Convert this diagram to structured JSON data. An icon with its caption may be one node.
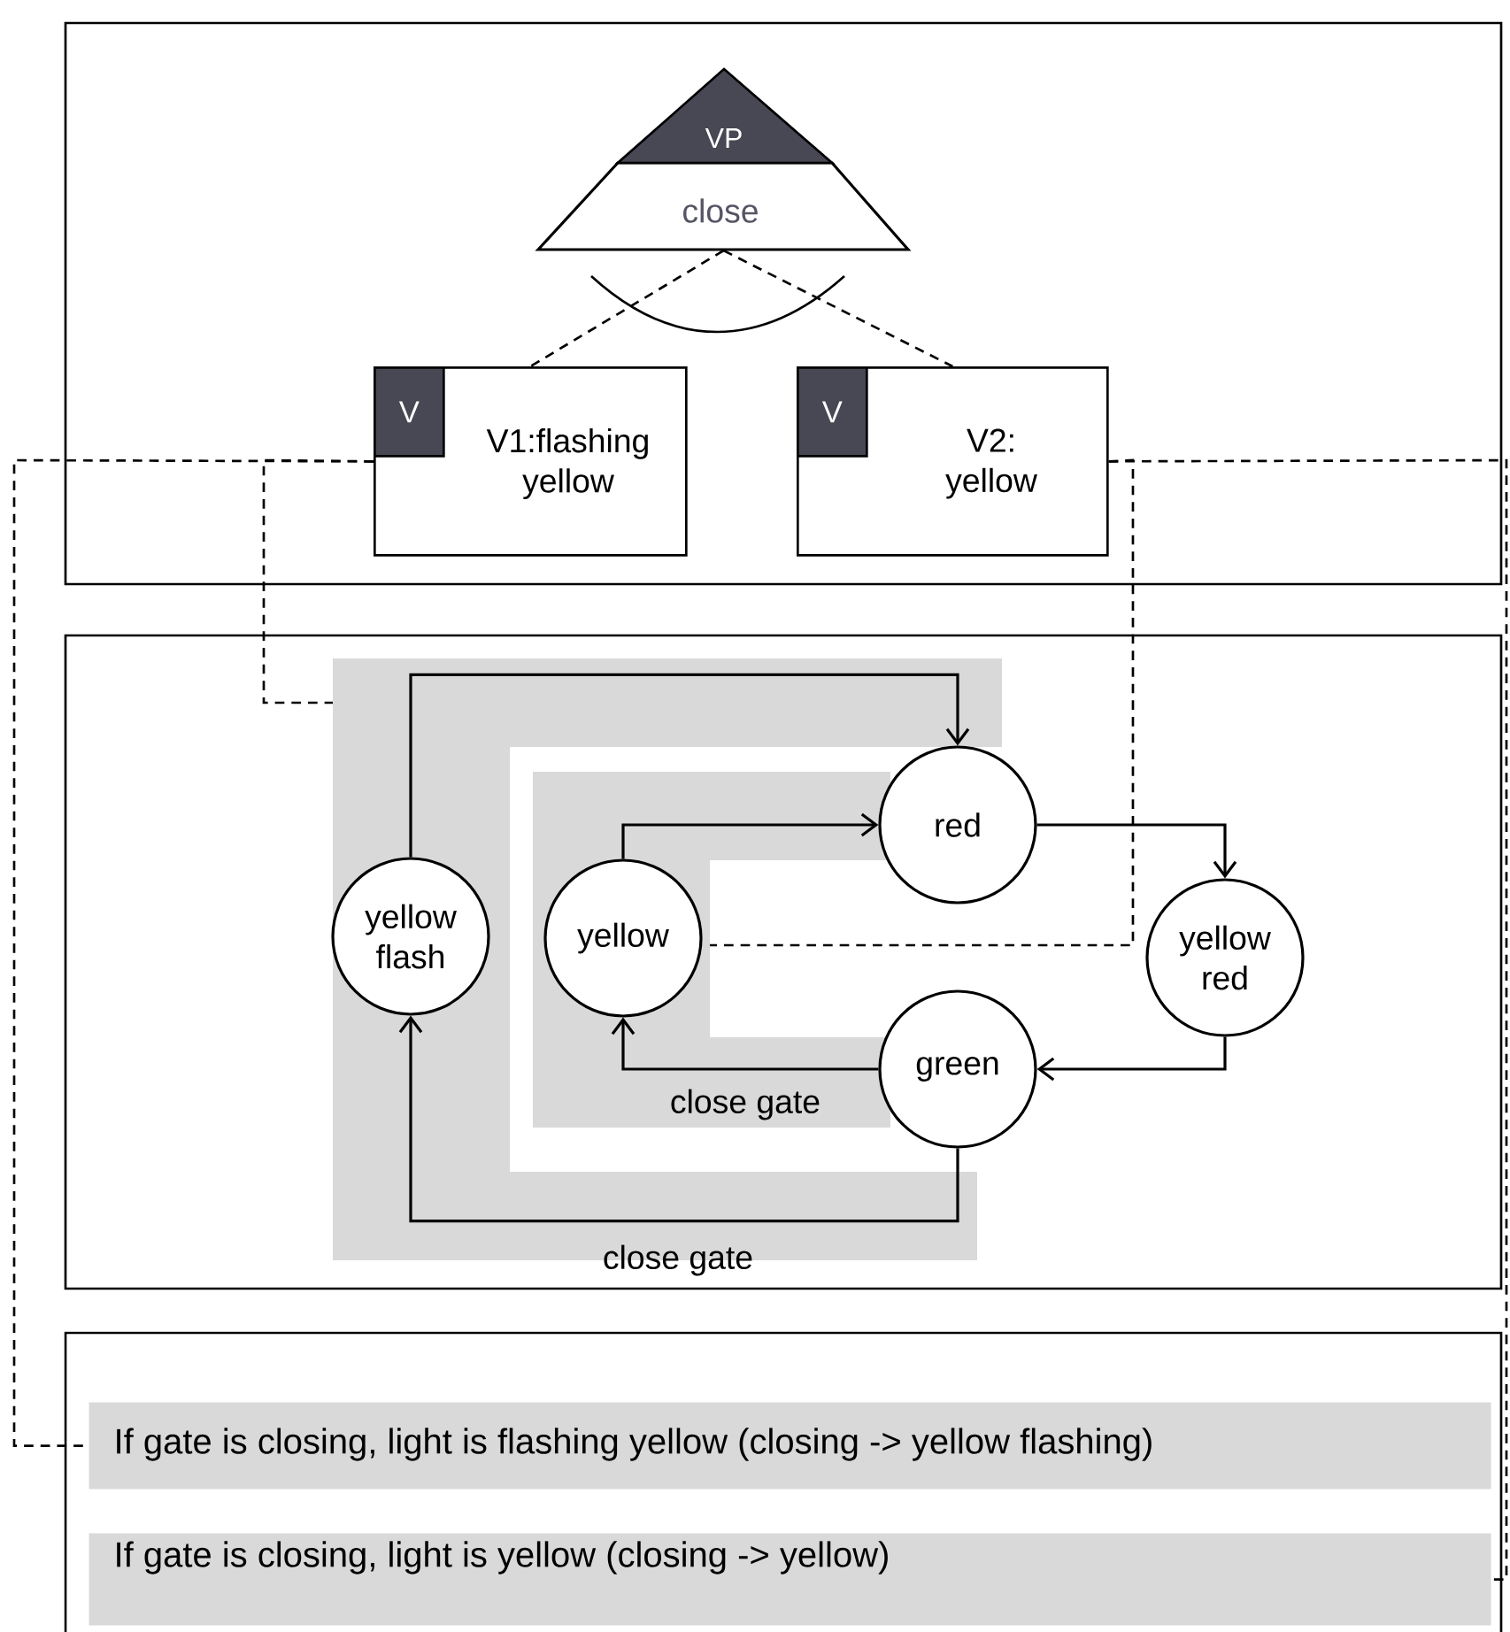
{
  "diagram": {
    "nodes": [
      {
        "text": [],
        "shape": "box"
      },
      {
        "text": [
          "VP",
          "close"
        ],
        "in": 0
      },
      {
        "text": [
          "V",
          "V1:flashing yellow"
        ],
        "in": 0
      },
      {
        "text": [
          "V",
          "V2: yellow"
        ],
        "in": 0
      },
      {
        "text": [],
        "shape": "box"
      },
      {
        "text": [],
        "shape": "band",
        "in": 4
      },
      {
        "text": [],
        "shape": "band",
        "in": 4
      },
      {
        "text": [
          "yellow flash"
        ],
        "in": 5
      },
      {
        "text": [
          "yellow"
        ],
        "in": 6
      },
      {
        "text": [
          "red"
        ],
        "in": 4
      },
      {
        "text": [
          "yellow red"
        ],
        "in": 4
      },
      {
        "text": [
          "green"
        ],
        "in": 4
      },
      {
        "text": [],
        "shape": "box"
      },
      {
        "text": [
          "If gate is closing, light is flashing yellow (closing -> yellow flashing)"
        ],
        "in": 12
      },
      {
        "text": [
          "If gate is closing, light is yellow (closing -> yellow)"
        ],
        "in": 12
      }
    ],
    "edges": [
      {
        "from": 1,
        "to": 2,
        "arrow": "none",
        "style": "dashed"
      },
      {
        "from": 1,
        "to": 3,
        "arrow": "none",
        "style": "dashed"
      },
      {
        "from": 2,
        "to": 13,
        "arrow": "none",
        "style": "dashed"
      },
      {
        "from": 2,
        "to": 5,
        "arrow": "none",
        "style": "dashed"
      },
      {
        "from": 3,
        "to": 6,
        "arrow": "none",
        "style": "dashed"
      },
      {
        "from": 3,
        "to": 14,
        "arrow": "none",
        "style": "dashed"
      },
      {
        "from": 7,
        "to": 9,
        "arrow": "to"
      },
      {
        "from": 8,
        "to": 9,
        "arrow": "to"
      },
      {
        "from": 9,
        "to": 10,
        "arrow": "to"
      },
      {
        "from": 10,
        "to": 11,
        "arrow": "to"
      },
      {
        "from": 11,
        "to": 8,
        "arrow": "to",
        "label": "close gate"
      },
      {
        "from": 11,
        "to": 7,
        "arrow": "to",
        "label": "close gate"
      }
    ]
  }
}
